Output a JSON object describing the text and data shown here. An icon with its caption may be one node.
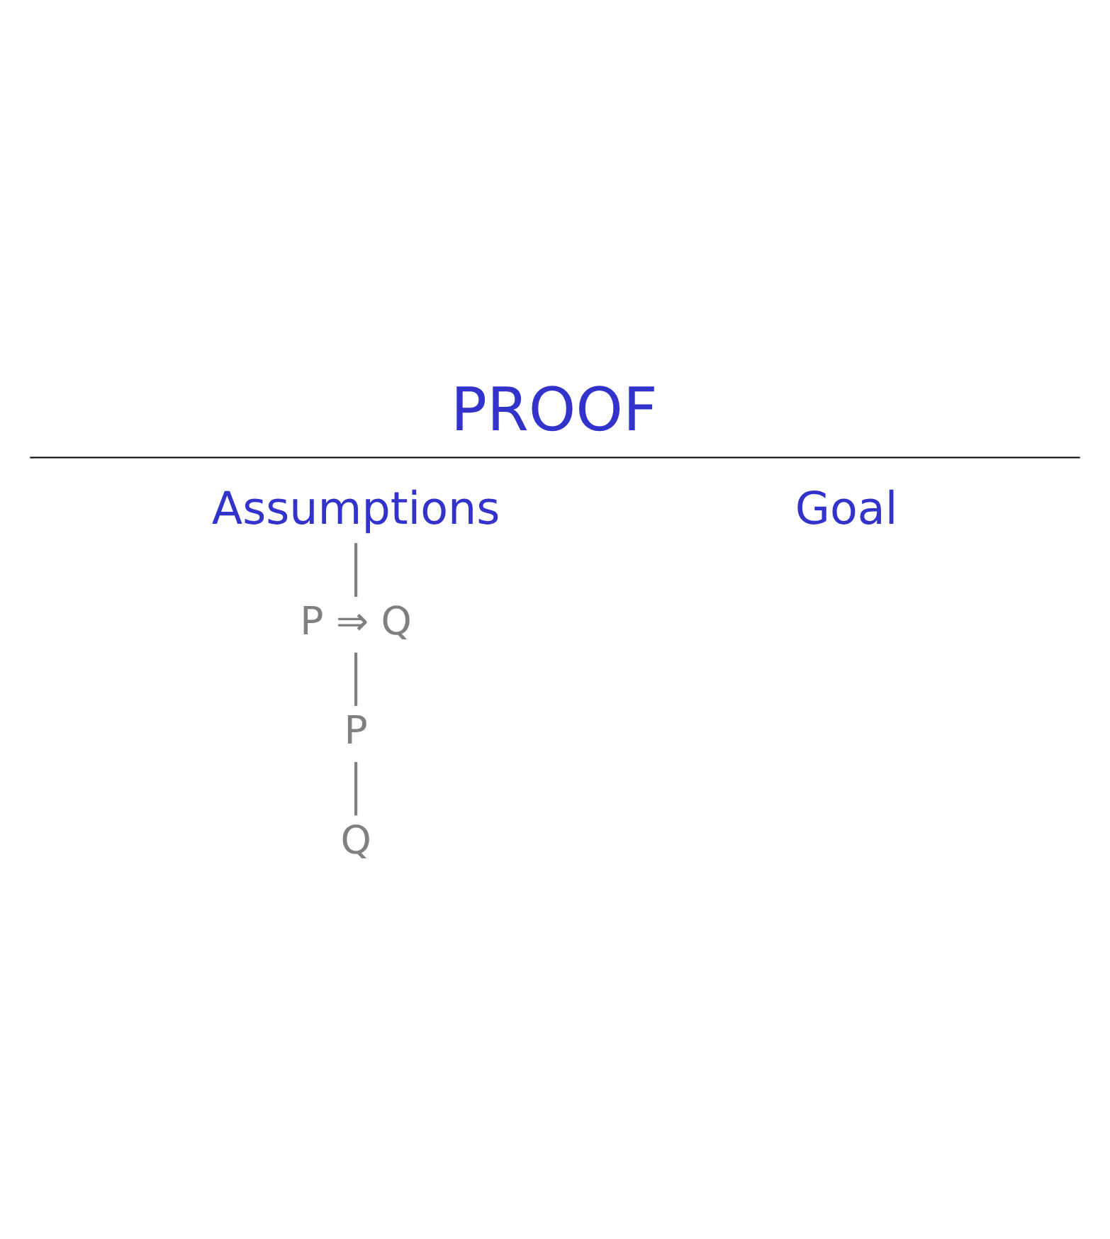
{
  "diagram": {
    "title": "PROOF",
    "nodes": [
      {
        "text": [
          "Assumptions"
        ]
      },
      {
        "text": [
          "Goal"
        ]
      },
      {
        "text": [
          "P ⇒ Q"
        ]
      },
      {
        "text": [
          "P"
        ]
      },
      {
        "text": [
          "Q"
        ]
      }
    ],
    "edges": [
      {
        "from": 0,
        "to": 2,
        "arrow": "none"
      },
      {
        "from": 2,
        "to": 3,
        "arrow": "none"
      },
      {
        "from": 3,
        "to": 4,
        "arrow": "none"
      }
    ]
  }
}
